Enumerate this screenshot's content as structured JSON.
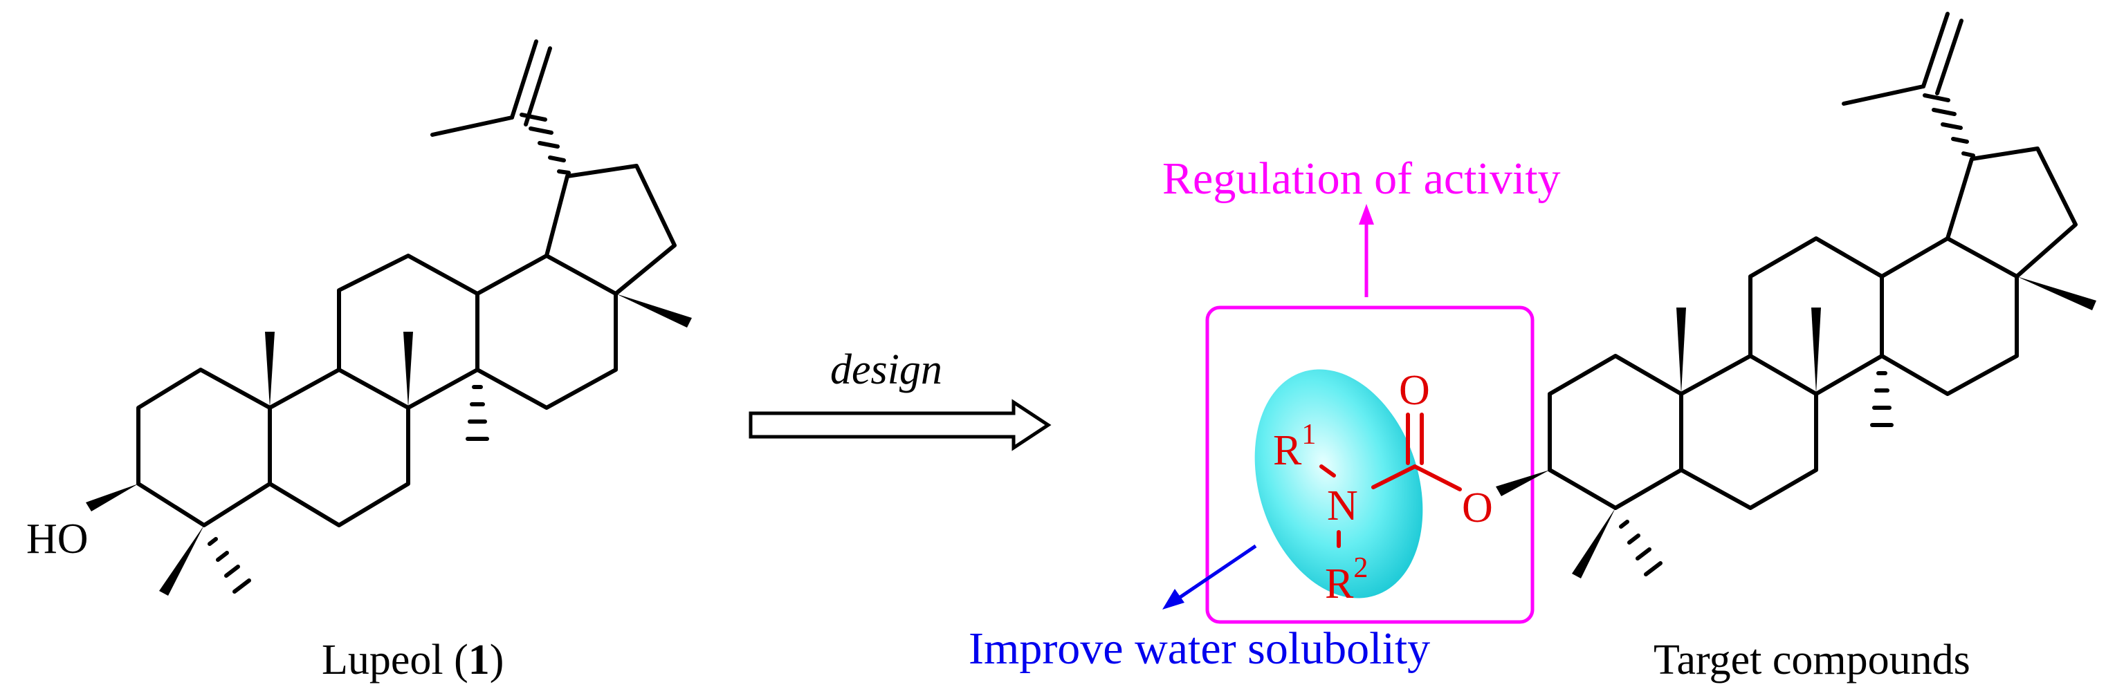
{
  "left_molecule": {
    "hydroxyl_label": "HO",
    "name": "Lupeol (",
    "name_bold": "1",
    "name_close": ")"
  },
  "arrow_label": "design",
  "right_molecule": {
    "oxygen_carbonyl": "O",
    "oxygen_ester": "O",
    "nitrogen": "N",
    "r1": "R",
    "r1_sup": "1",
    "r2": "R",
    "r2_sup": "2",
    "name": "Target compounds"
  },
  "annotations": {
    "activity": "Regulation of activity",
    "solubility": "Improve water solubolity"
  },
  "colors": {
    "activity": "#ff00ff",
    "solubility": "#0000ee",
    "carbamate": "#e00000",
    "ellipse": "#33e0e8"
  }
}
